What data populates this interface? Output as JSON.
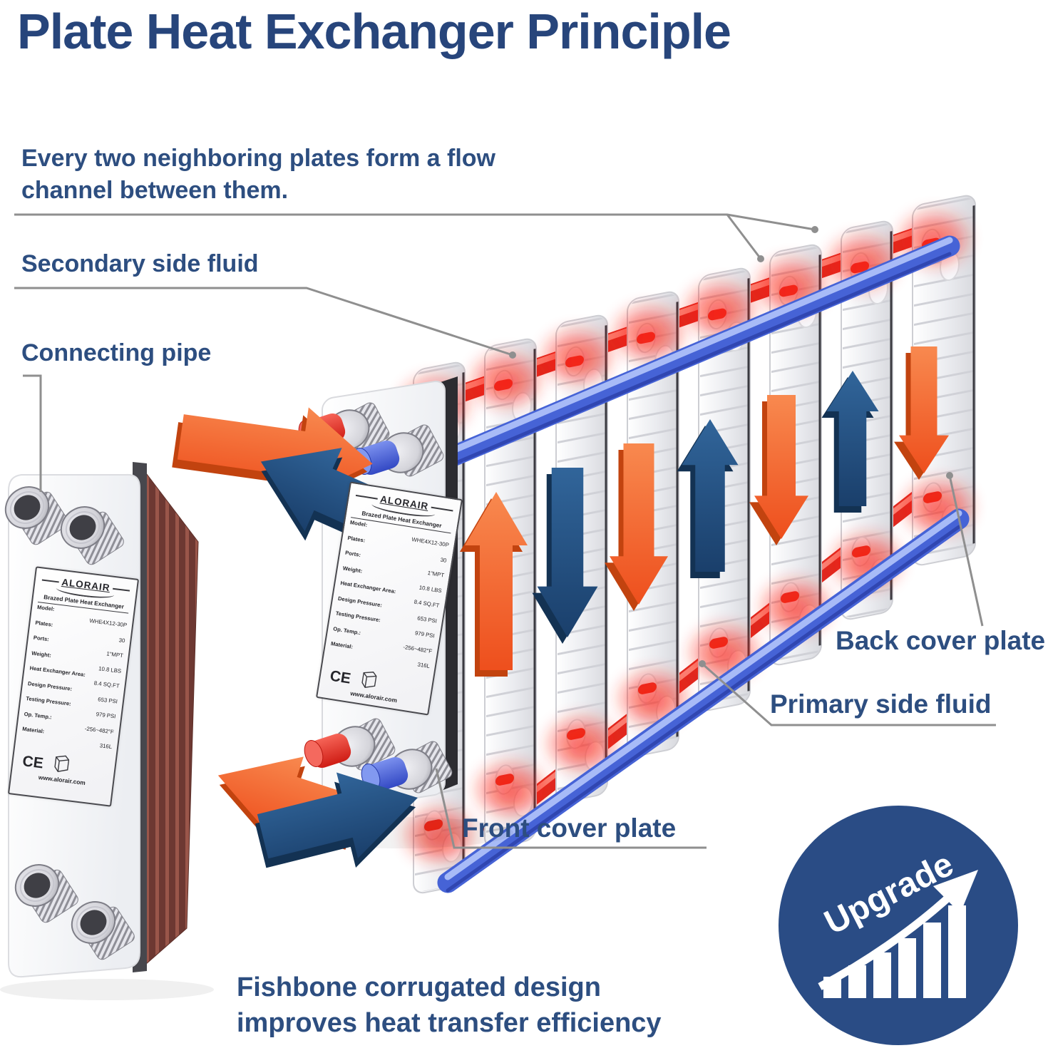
{
  "title": "Plate Heat Exchanger Principle",
  "annotations": {
    "flow_channel": "Every two neighboring plates form a flow channel between them.",
    "secondary_fluid": "Secondary side fluid",
    "connecting_pipe": "Connecting pipe",
    "back_cover": "Back cover plate",
    "primary_fluid": "Primary side fluid",
    "front_cover": "Front cover plate",
    "fishbone_note": "Fishbone corrugated design improves heat transfer efficiency"
  },
  "badge": {
    "label": "Upgrade"
  },
  "spec_label": {
    "brand": "ALORAIR",
    "subtitle": "Brazed Plate Heat Exchanger",
    "rows": [
      {
        "label": "Model:",
        "value": "WHE4X12-30P"
      },
      {
        "label": "Plates:",
        "value": "30"
      },
      {
        "label": "Ports:",
        "value": "1\"MPT"
      },
      {
        "label": "Weight:",
        "value": "10.8 LBS"
      },
      {
        "label": "Heat Exchanger Area:",
        "value": "8.4 SQ.FT"
      },
      {
        "label": "Design Pressure:",
        "value": "653 PSI"
      },
      {
        "label": "Testing Pressure:",
        "value": "979 PSI"
      },
      {
        "label": "Op. Temp.:",
        "value": "-256~482°F"
      },
      {
        "label": "Material:",
        "value": "316L"
      }
    ],
    "ce_mark": "CE",
    "website": "www.alorair.com"
  },
  "colors": {
    "title_blue": "#27457b",
    "label_blue": "#2d4e80",
    "arrow_orange": "#ee4f1d",
    "arrow_navy": "#1c4270",
    "pipe_red": "#e02a20",
    "pipe_blue": "#4663d6",
    "copper_side": "#8a4a42",
    "badge_blue": "#2a4c85",
    "leader_gray": "#8f8f8f"
  }
}
